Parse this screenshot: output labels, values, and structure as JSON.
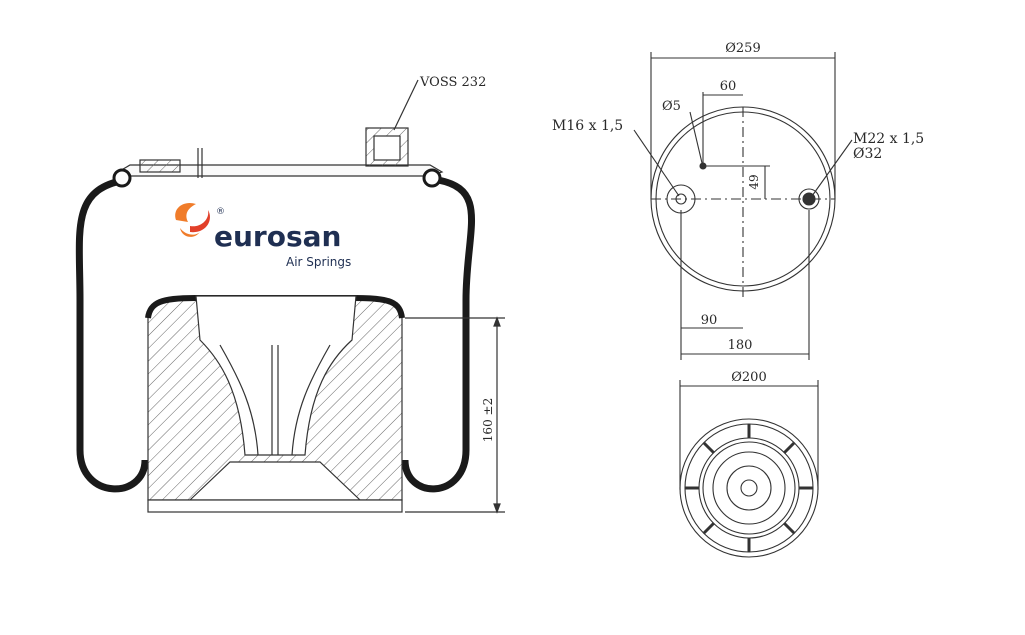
{
  "brand": {
    "name": "eurosan",
    "subtitle": "Air Springs",
    "registered": "®",
    "colors": {
      "navy": "#1f2f52",
      "orange": "#f07c2a",
      "red": "#e2402a"
    }
  },
  "side_view": {
    "valve_label": "VOSS 232",
    "height_dim": "160 ±2"
  },
  "top_view": {
    "diameter": "Ø259",
    "offset_60": "60",
    "hole": "Ø5",
    "left_port": "M16 x 1,5",
    "right_port_thread": "M22 x 1,5",
    "right_port_dia": "Ø32",
    "offset_49": "49",
    "offset_90": "90",
    "offset_180": "180"
  },
  "bottom_view": {
    "diameter": "Ø200"
  },
  "colors": {
    "line": "#333333",
    "bellow": "#1a1a1a",
    "hatch": "#555555"
  }
}
